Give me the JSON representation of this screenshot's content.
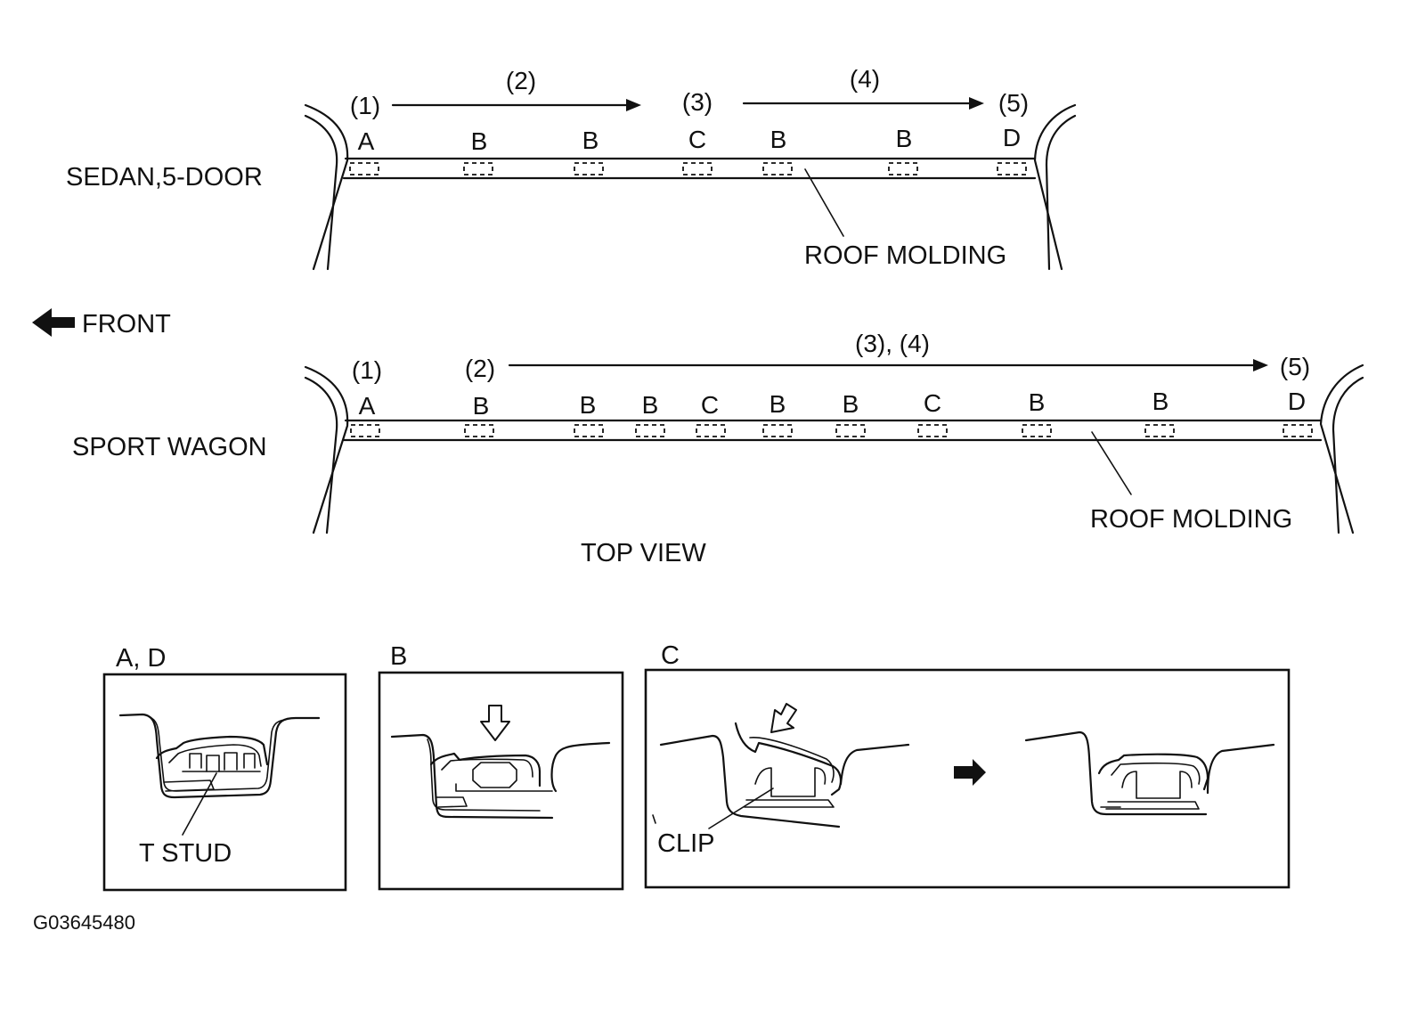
{
  "sedan": {
    "label": "SEDAN,5-DOOR",
    "steps": [
      "(1)",
      "(2)",
      "(3)",
      "(4)",
      "(5)"
    ],
    "positions": [
      "A",
      "B",
      "B",
      "C",
      "B",
      "B",
      "D"
    ],
    "molding_label": "ROOF MOLDING"
  },
  "front_label": "FRONT",
  "wagon": {
    "label": "SPORT WAGON",
    "steps": [
      "(1)",
      "(2)",
      "(3), (4)",
      "(5)"
    ],
    "positions": [
      "A",
      "B",
      "B",
      "B",
      "C",
      "B",
      "B",
      "C",
      "B",
      "B",
      "D"
    ],
    "molding_label": "ROOF MOLDING"
  },
  "view_label": "TOP VIEW",
  "details": {
    "ad": {
      "title": "A, D",
      "callout": "T STUD"
    },
    "b": {
      "title": "B"
    },
    "c": {
      "title": "C",
      "callout": "CLIP"
    }
  },
  "figure_id": "G03645480"
}
